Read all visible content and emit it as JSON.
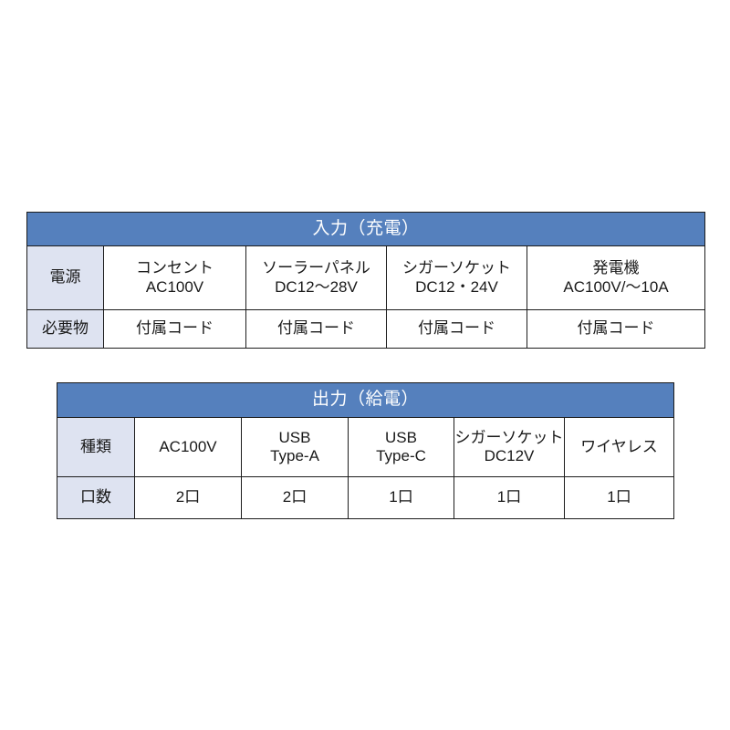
{
  "page": {
    "background": "#ffffff",
    "header_color": "#5580bd",
    "label_color": "#dee3f1",
    "border_color": "#1c1c1c",
    "header_text_color": "#ffffff"
  },
  "tables": [
    {
      "id": "input",
      "title": "入力（充電）",
      "rows": [
        {
          "label": "電源",
          "cells": [
            {
              "line1": "コンセント",
              "line2": "AC100V"
            },
            {
              "line1": "ソーラーパネル",
              "line2": "DC12〜28V"
            },
            {
              "line1": "シガーソケット",
              "line2": "DC12・24V"
            },
            {
              "line1": "発電機",
              "line2": "AC100V/〜10A"
            }
          ]
        },
        {
          "label": "必要物",
          "cells": [
            {
              "line1": "付属コード",
              "line2": ""
            },
            {
              "line1": "付属コード",
              "line2": ""
            },
            {
              "line1": "付属コード",
              "line2": ""
            },
            {
              "line1": "付属コード",
              "line2": ""
            }
          ]
        }
      ]
    },
    {
      "id": "output",
      "title": "出力（給電）",
      "rows": [
        {
          "label": "種類",
          "cells": [
            {
              "line1": "AC100V",
              "line2": ""
            },
            {
              "line1": "USB",
              "line2": "Type-A"
            },
            {
              "line1": "USB",
              "line2": "Type-C"
            },
            {
              "line1": "シガーソケット",
              "line2": "DC12V"
            },
            {
              "line1": "ワイヤレス",
              "line2": ""
            }
          ]
        },
        {
          "label": "口数",
          "cells": [
            {
              "line1": "2口",
              "line2": ""
            },
            {
              "line1": "2口",
              "line2": ""
            },
            {
              "line1": "1口",
              "line2": ""
            },
            {
              "line1": "1口",
              "line2": ""
            },
            {
              "line1": "1口",
              "line2": ""
            }
          ]
        }
      ]
    }
  ]
}
